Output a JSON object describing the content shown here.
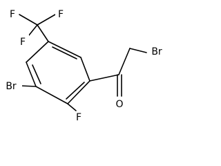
{
  "molecule": {
    "atoms": {
      "F1": "F",
      "F2": "F",
      "F3": "F",
      "Br_ring": "Br",
      "F_ring": "F",
      "O": "O",
      "Br_chain": "Br"
    }
  }
}
